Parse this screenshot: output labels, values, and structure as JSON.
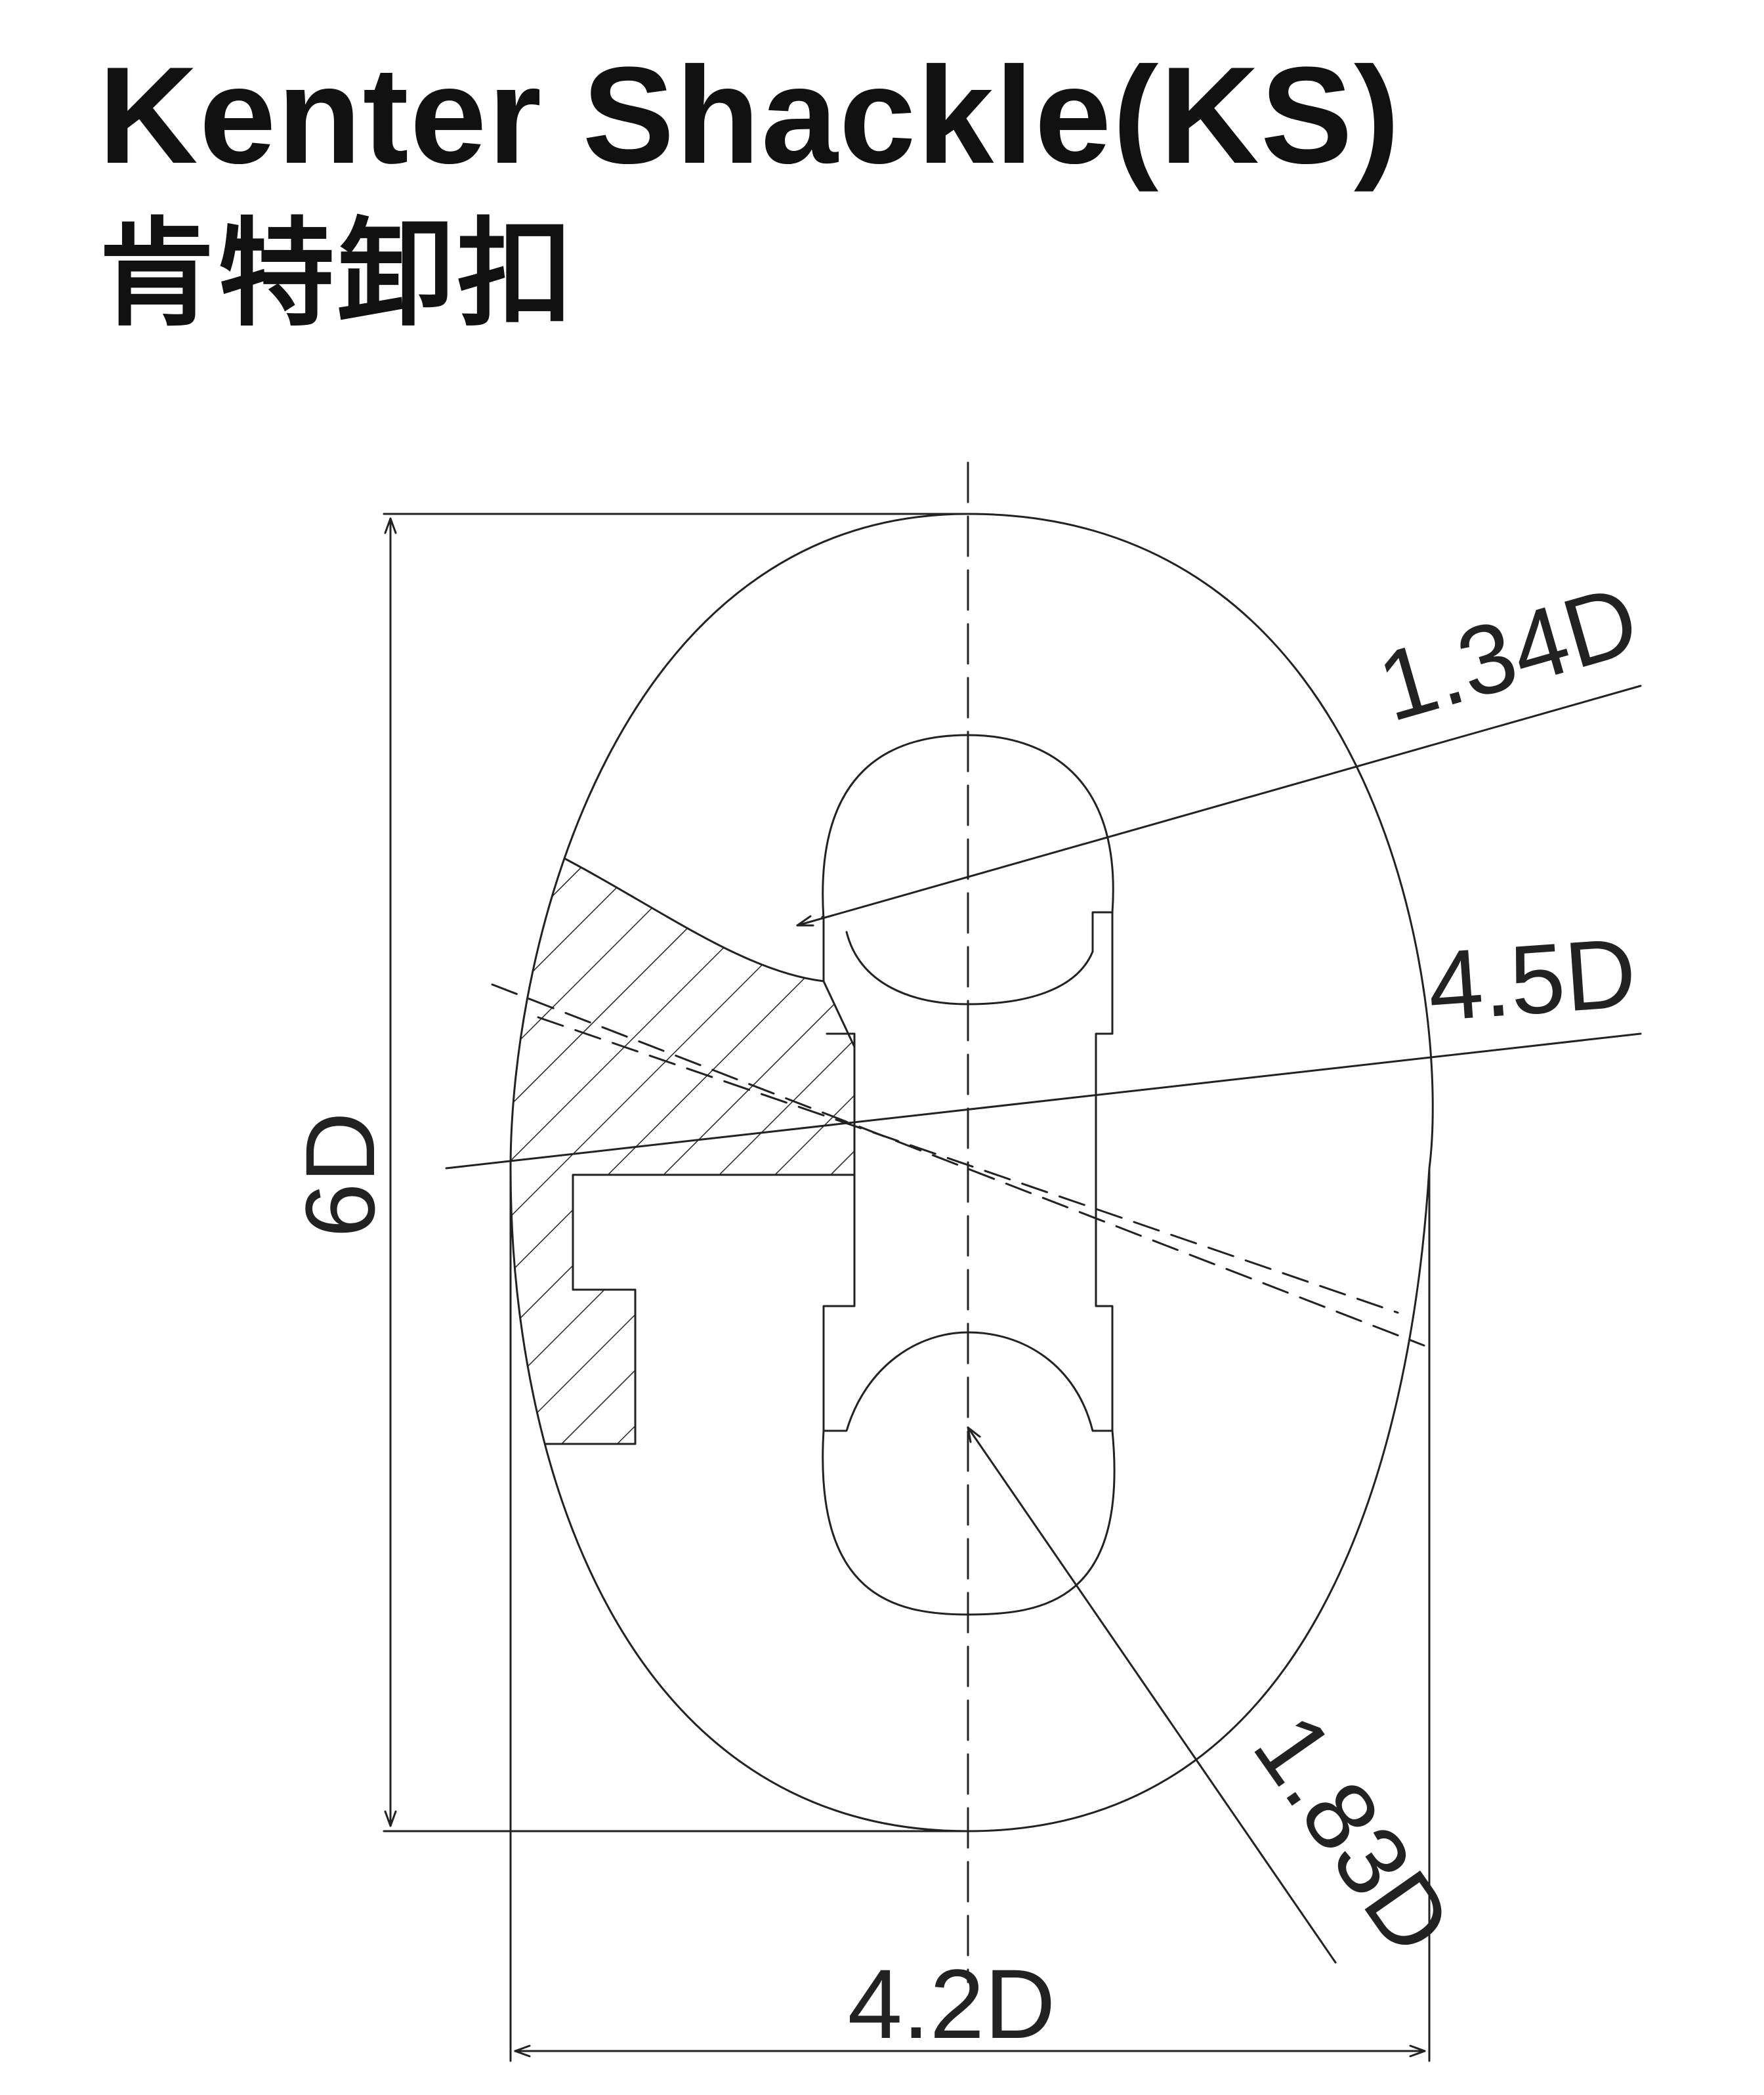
{
  "header": {
    "title": "Kenter Shackle(KS)",
    "subtitle": "肯特卸扣"
  },
  "dimensions": {
    "height": "6D",
    "width": "4.2D",
    "upper_hole": "1.34D",
    "middle": "4.5D",
    "lower_hole": "1.83D"
  },
  "colors": {
    "line": "#222222",
    "text": "#111111",
    "background": "#ffffff"
  }
}
